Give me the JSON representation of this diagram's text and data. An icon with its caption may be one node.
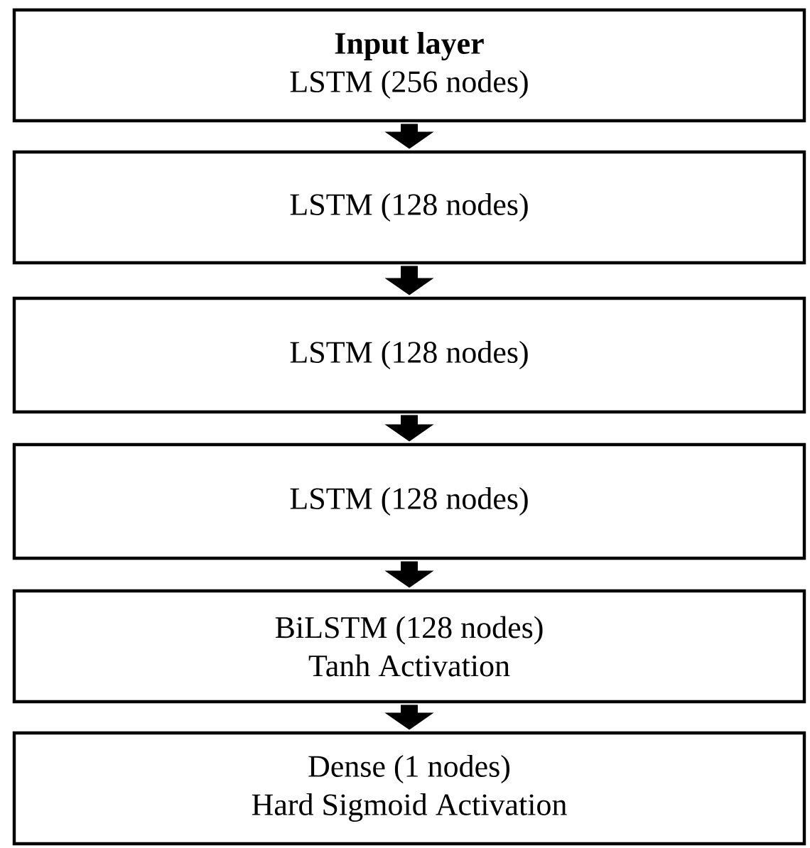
{
  "diagram": {
    "nodes": [
      {
        "text": [
          "Input layer",
          "LSTM (256 nodes)"
        ]
      },
      {
        "text": [
          "LSTM (128 nodes)"
        ]
      },
      {
        "text": [
          "LSTM (128 nodes)"
        ]
      },
      {
        "text": [
          "LSTM (128 nodes)"
        ]
      },
      {
        "text": [
          "BiLSTM (128 nodes)",
          "Tanh Activation"
        ]
      },
      {
        "text": [
          "Dense (1 nodes)",
          "Hard Sigmoid Activation"
        ]
      }
    ],
    "edges": [
      {
        "from": 0,
        "to": 1,
        "arrow": "to"
      },
      {
        "from": 1,
        "to": 2,
        "arrow": "to"
      },
      {
        "from": 2,
        "to": 3,
        "arrow": "to"
      },
      {
        "from": 3,
        "to": 4,
        "arrow": "to"
      },
      {
        "from": 4,
        "to": 5,
        "arrow": "to"
      }
    ]
  }
}
